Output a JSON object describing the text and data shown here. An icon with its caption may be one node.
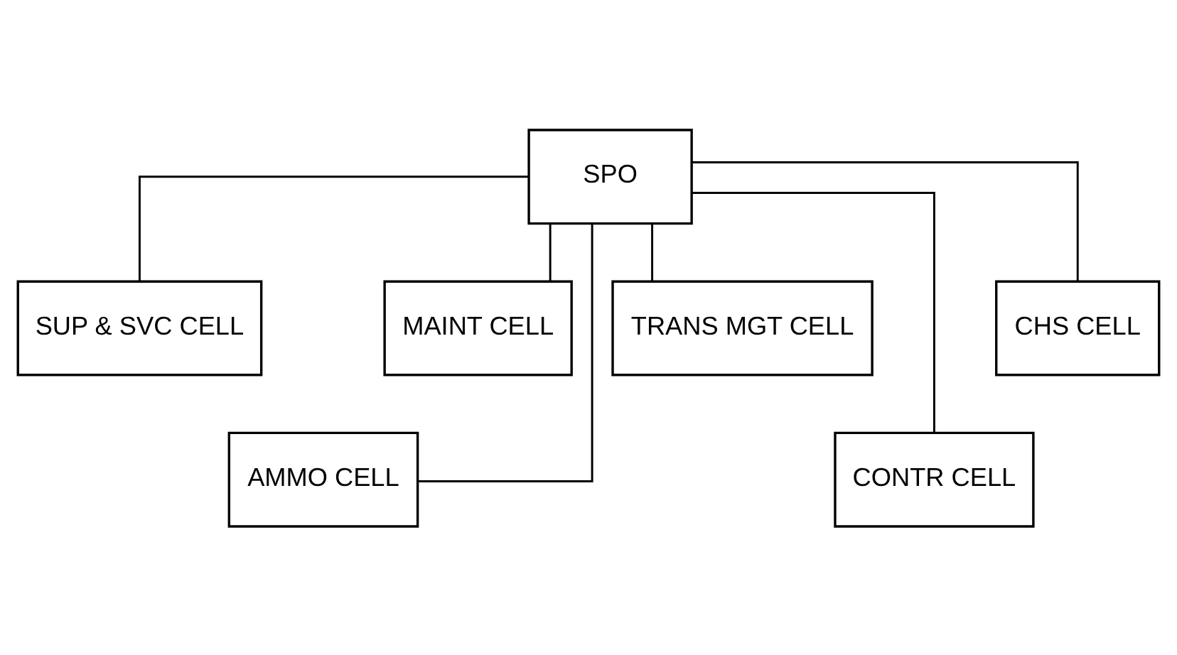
{
  "diagram": {
    "nodes": [
      {
        "text": [
          "SPO"
        ]
      },
      {
        "text": [
          "SUP & SVC CELL"
        ]
      },
      {
        "text": [
          "MAINT CELL"
        ]
      },
      {
        "text": [
          "TRANS MGT CELL"
        ]
      },
      {
        "text": [
          "CHS CELL"
        ]
      },
      {
        "text": [
          "AMMO CELL"
        ]
      },
      {
        "text": [
          "CONTR CELL"
        ]
      }
    ],
    "edges": [
      {
        "from": 0,
        "to": 1,
        "arrow": "none"
      },
      {
        "from": 0,
        "to": 5,
        "arrow": "none"
      },
      {
        "from": 0,
        "to": 2,
        "arrow": "none"
      },
      {
        "from": 0,
        "to": 3,
        "arrow": "none"
      },
      {
        "from": 0,
        "to": 6,
        "arrow": "none"
      },
      {
        "from": 0,
        "to": 4,
        "arrow": "none"
      }
    ]
  }
}
